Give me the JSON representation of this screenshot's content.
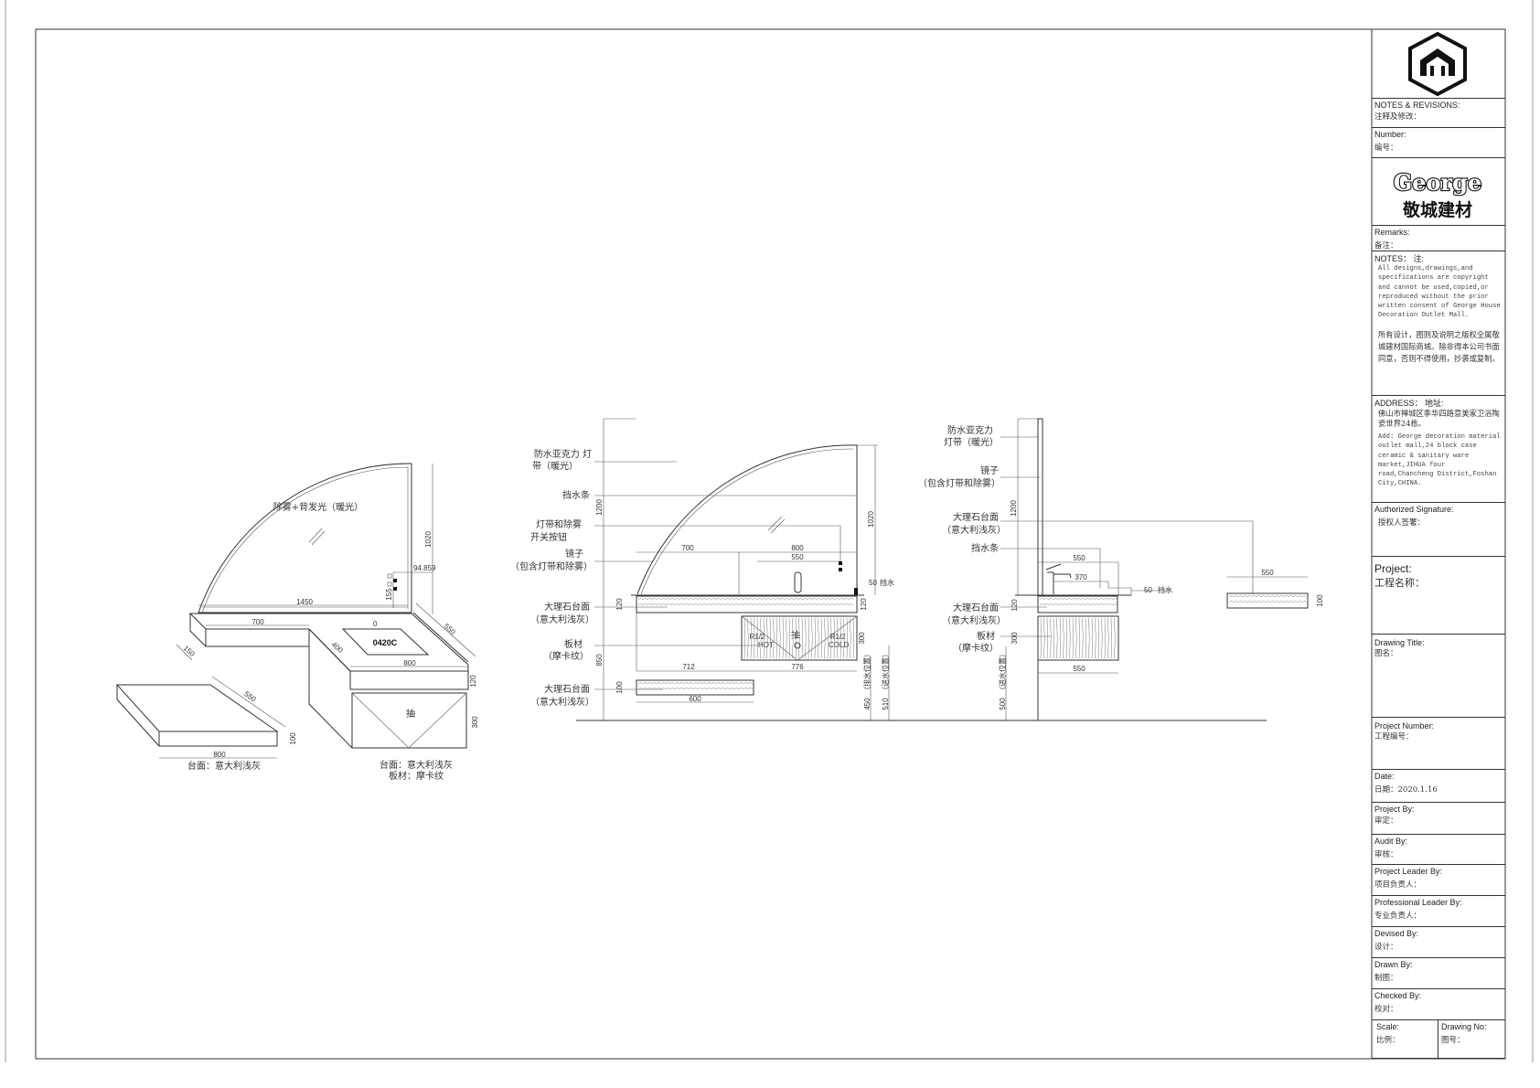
{
  "title_block": {
    "notes_revisions": {
      "en": "NOTES & REVISIONS:",
      "cn": "注释及修改："
    },
    "number": {
      "en": "Number:",
      "cn": "编号："
    },
    "brand": {
      "name": "George",
      "cn_name": "敬城建材"
    },
    "remarks": {
      "en": "Remarks:",
      "cn": "备注："
    },
    "notes": {
      "en": "NOTES：  注:",
      "text_en": "All designs,drawings,and specifications are copyright and cannot be used,copied,or reproduced without the prior written consent of George House Decoration Outlet Mall.",
      "text_cn": "所有设计，图则及说明之版权全属敬城建材国际商城。除非得本公司书面同意，否则不得使用，抄袭或复制。"
    },
    "address": {
      "en": "ADDRESS：  地址:",
      "cn": "佛山市禅城区季华四路意美家卫浴陶瓷世界24栋。",
      "text_en": "Add: George decoration material outlet mall,24 block case ceramic & sanitary ware market,JIHUA four road,Chancheng District,Foshan City,CHINA."
    },
    "authorized_signature": {
      "en": "Authorized Signature:",
      "cn": "授权人签署："
    },
    "project": {
      "en": "Project:",
      "cn": "工程名称："
    },
    "drawing_title": {
      "en": "Drawing Title:",
      "cn": "图名："
    },
    "project_number": {
      "en": "Project Number:",
      "cn": "工程编号："
    },
    "date": {
      "en": "Date:",
      "cn": "日期：2020.1.16"
    },
    "project_by": {
      "en": "Project  By:",
      "cn": "审定："
    },
    "audit_by": {
      "en": "Audit By:",
      "cn": "审核："
    },
    "project_leader_by": {
      "en": "Project  Leader By:",
      "cn": "项目负责人："
    },
    "professional_leader_by": {
      "en": "Professional  Leader By:",
      "cn": "专业负责人："
    },
    "devised_by": {
      "en": "Devised By:",
      "cn": "设计："
    },
    "drawn_by": {
      "en": "Drawn By:",
      "cn": "制图："
    },
    "checked_by": {
      "en": "Checked By:",
      "cn": "校对："
    },
    "scale": {
      "en": "Scale:",
      "cn": "比例："
    },
    "drawing_no": {
      "en": "Drawing No:",
      "cn": "图号："
    }
  },
  "iso_view": {
    "mirror_label": "除雾+背发光（暖光）",
    "model": "0420C",
    "drawer": "抽",
    "dims": {
      "mirror_w": "1450",
      "mirror_h": "1020",
      "switch_off": "94.859",
      "switch_h": "155",
      "left_w": "700",
      "left_d": "150",
      "step": "400",
      "right_w": "800",
      "depth": "550",
      "top_t": "120",
      "cab_h": "300",
      "sink": "0"
    },
    "slab_dims": {
      "w": "800",
      "d": "550",
      "t": "100"
    },
    "slab_caption": "台面：意大利浅灰",
    "cab_caption_1": "台面：意大利浅灰",
    "cab_caption_2": "板材：摩卡纹"
  },
  "front_view": {
    "labels": {
      "acrylic_1": "防水亚克力 灯",
      "acrylic_2": "带（暖光）",
      "splash": "挡水条",
      "switch_1": "灯带和除雾",
      "switch_2": "开关按钮",
      "mirror_1": "镜子",
      "mirror_2": "（包含灯带和除雾）",
      "marble_1": "大理石台面",
      "marble_2": "（意大利浅灰）",
      "board_1": "板材",
      "board_2": "（摩卡纹）",
      "marble2_1": "大理石台面",
      "marble2_2": "（意大利浅灰）"
    },
    "drawer": "抽",
    "hot": "R1/2",
    "hot_label": "HOT",
    "cold": "R1/2",
    "cold_label": "COLD",
    "dims": {
      "h_total": "1200",
      "mirror_h": "1020",
      "w_left": "700",
      "w_right": "800",
      "faucet": "550",
      "top_l": "120",
      "top_r": "120",
      "cab": "300",
      "h850": "850",
      "b_left": "712",
      "b_right": "776",
      "splash": "50",
      "splash_label": "挡水",
      "slab_t": "100",
      "slab_w": "600",
      "d450": "450",
      "d450_label": "（排水位置）",
      "d510": "510",
      "d510_label": "（进水位置）"
    }
  },
  "side_view": {
    "labels": {
      "acrylic_1": "防水亚克力",
      "acrylic_2": "灯带（暖光）",
      "mirror_1": "镜子",
      "mirror_2": "（包含灯带和除雾）",
      "marble_1": "大理石台面",
      "marble_2": "（意大利浅灰）",
      "splash": "挡水条",
      "marble2_1": "大理石台面",
      "marble2_2": "（意大利浅灰）",
      "board_1": "板材",
      "board_2": "（摩卡纹）"
    },
    "dims": {
      "h_total": "1200",
      "top_w": "550",
      "faucet": "370",
      "splash": "50",
      "splash_label": "挡水",
      "top_t": "120",
      "cab": "300",
      "cab_w": "550",
      "d500": "500",
      "d500_label": "（进水位置）",
      "detail_w": "550",
      "detail_t": "100"
    }
  }
}
